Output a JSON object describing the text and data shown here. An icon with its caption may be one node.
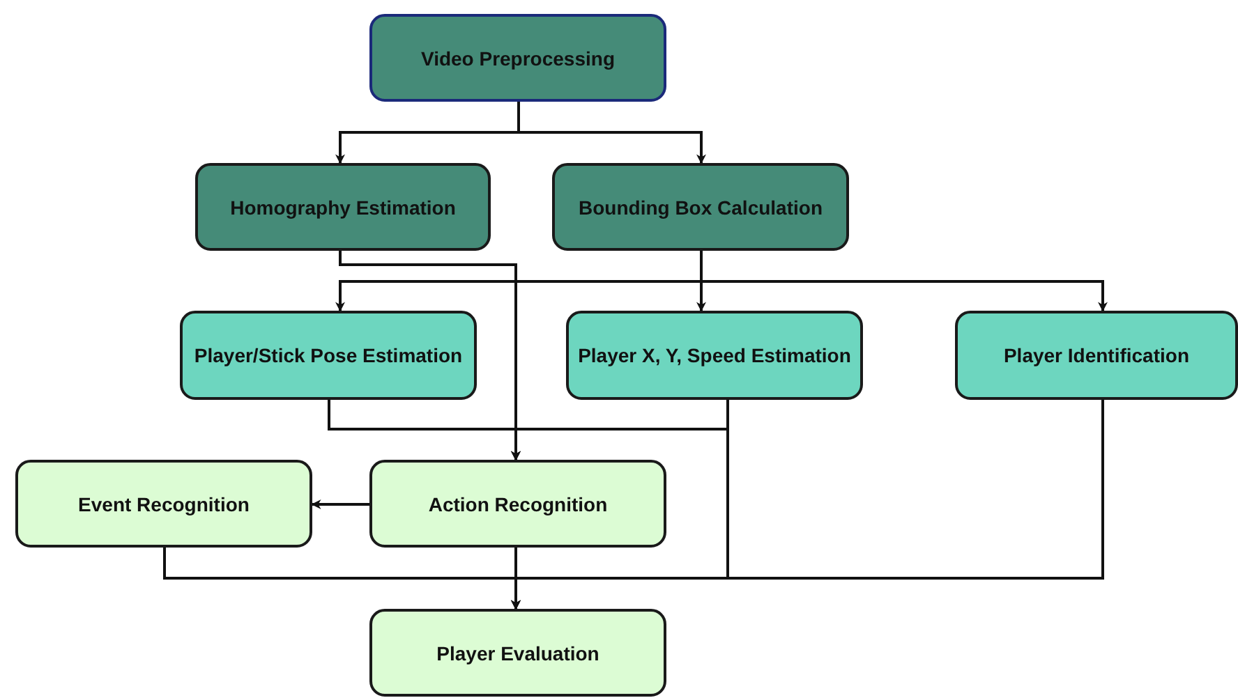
{
  "diagram": {
    "nodes": [
      {
        "text": [
          "Video Preprocessing"
        ]
      },
      {
        "text": [
          "Homography Estimation"
        ]
      },
      {
        "text": [
          "Bounding Box Calculation"
        ]
      },
      {
        "text": [
          "Player/Stick Pose Estimation"
        ]
      },
      {
        "text": [
          "Player X, Y, Speed Estimation"
        ]
      },
      {
        "text": [
          "Player Identification"
        ]
      },
      {
        "text": [
          "Event Recognition"
        ]
      },
      {
        "text": [
          "Action Recognition"
        ]
      },
      {
        "text": [
          "Player Evaluation"
        ]
      }
    ],
    "edges": [
      {
        "from": 0,
        "to": 1,
        "arrow": "to"
      },
      {
        "from": 0,
        "to": 2,
        "arrow": "to"
      },
      {
        "from": 2,
        "to": 3,
        "arrow": "to"
      },
      {
        "from": 2,
        "to": 4,
        "arrow": "to"
      },
      {
        "from": 2,
        "to": 5,
        "arrow": "to"
      },
      {
        "from": 1,
        "to": 7,
        "arrow": "to"
      },
      {
        "from": 3,
        "to": 7,
        "arrow": "to"
      },
      {
        "from": 4,
        "to": 7,
        "arrow": "to"
      },
      {
        "from": 7,
        "to": 6,
        "arrow": "to"
      },
      {
        "from": 7,
        "to": 8,
        "arrow": "to"
      },
      {
        "from": 6,
        "to": 8,
        "arrow": "to"
      },
      {
        "from": 4,
        "to": 8,
        "arrow": "to"
      },
      {
        "from": 5,
        "to": 8,
        "arrow": "to"
      }
    ]
  }
}
